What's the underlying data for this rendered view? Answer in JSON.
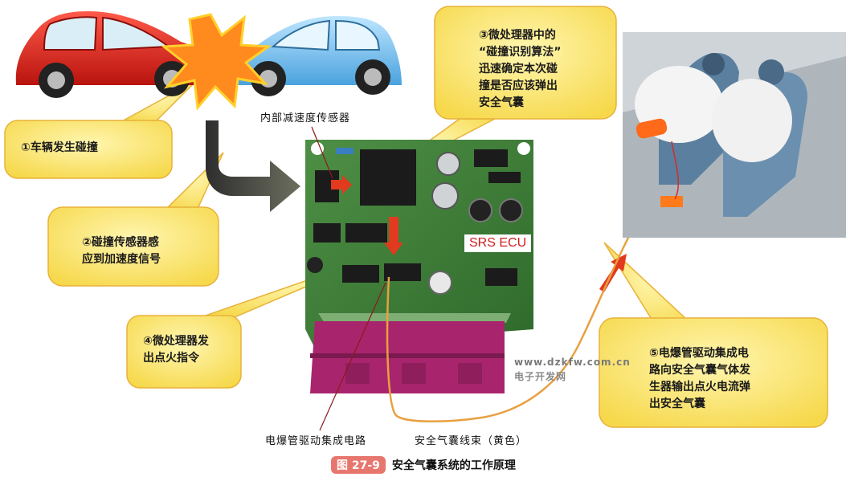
{
  "bubbles": {
    "b1": "①车辆发生碰撞",
    "b2": "②碰撞传感器感\n应到加速度信号",
    "b3": "③微处理器中的\n“碰撞识别算法”\n迅速确定本次碰\n撞是否应该弹出\n安全气囊",
    "b4": "④微处理器发\n出点火指令",
    "b5": "⑤电爆管驱动集成电\n路向安全气囊气体发\n生器输出点火电流弹\n出安全气囊"
  },
  "labels": {
    "internal_sensor": "内部减速度传感器",
    "srs_ecu": "SRS ECU",
    "driver_ic": "电爆管驱动集成电路",
    "harness": "安全气囊线束（黄色）",
    "watermark_url": "www.dzkfw.com.cn",
    "watermark_name": "电子开发网"
  },
  "caption": {
    "number": "图 27-9",
    "title": "安全气囊系统的工作原理"
  },
  "colors": {
    "bubble": "#fbe26a",
    "bubble_border": "#e7b23a",
    "arrow_red": "#e23a1f",
    "harness": "#e8a040",
    "pcb": "#3f7d3a",
    "connector": "#a8256d"
  }
}
